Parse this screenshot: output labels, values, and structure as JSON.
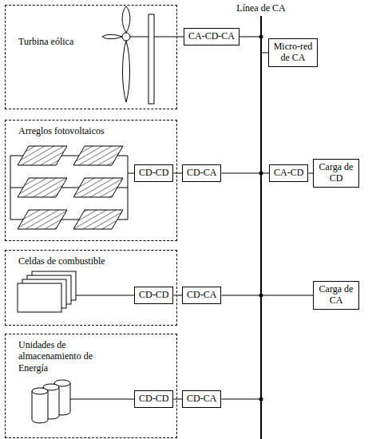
{
  "diagram": {
    "nodes": [
      {
        "text": [
          "Turbina eólica"
        ]
      },
      {
        "text": [
          "CA-CD-CA"
        ]
      },
      {
        "text": [
          "Micro-red de CA"
        ]
      },
      {
        "text": [
          "Arreglos fotovoltaicos"
        ]
      },
      {
        "text": [
          "CD-CD"
        ],
        "in": 3
      },
      {
        "text": [
          "CD-CA"
        ]
      },
      {
        "text": [
          "CA-CD"
        ]
      },
      {
        "text": [
          "Carga de CD"
        ]
      },
      {
        "text": [
          "Celdas de combustible"
        ]
      },
      {
        "text": [
          "CD-CD"
        ],
        "in": 8
      },
      {
        "text": [
          "CD-CA"
        ]
      },
      {
        "text": [
          "Carga de CA"
        ]
      },
      {
        "text": [
          "Unidades de almacenamiento de Energía"
        ]
      },
      {
        "text": [
          "CD-CD"
        ],
        "in": 12
      },
      {
        "text": [
          "CD-CA"
        ]
      }
    ],
    "edges": [
      {
        "from": 0,
        "to": 1,
        "arrow": "none"
      },
      {
        "from": 4,
        "to": 5,
        "arrow": "none"
      },
      {
        "from": 6,
        "to": 7,
        "arrow": "none"
      },
      {
        "from": 9,
        "to": 10,
        "arrow": "none"
      },
      {
        "from": 13,
        "to": 14,
        "arrow": "none"
      }
    ],
    "labels": [
      "Línea de CA"
    ]
  }
}
